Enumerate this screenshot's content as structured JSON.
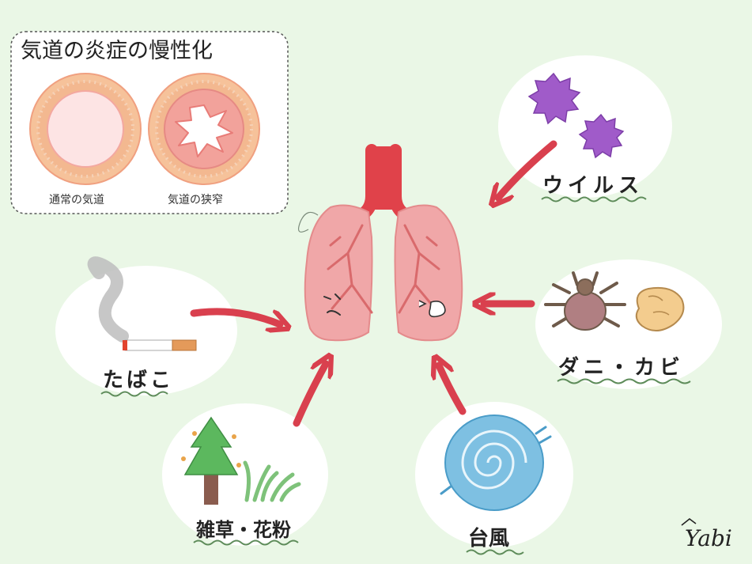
{
  "title": "気道の炎症の慢性化",
  "airway_normal": "通常の気道",
  "airway_narrow": "気道の狭窄",
  "causes": {
    "virus": "ウイルス",
    "mite": "ダニ・カビ",
    "tobacco": "たばこ",
    "pollen": "雑草・花粉",
    "typhoon": "台風"
  },
  "signature": "Yabi",
  "colors": {
    "background": "#eaf7e6",
    "arrow": "#d9404e",
    "lung": "#f0a7a8",
    "trachea": "#e0424a",
    "virus": "#a05bc9"
  }
}
